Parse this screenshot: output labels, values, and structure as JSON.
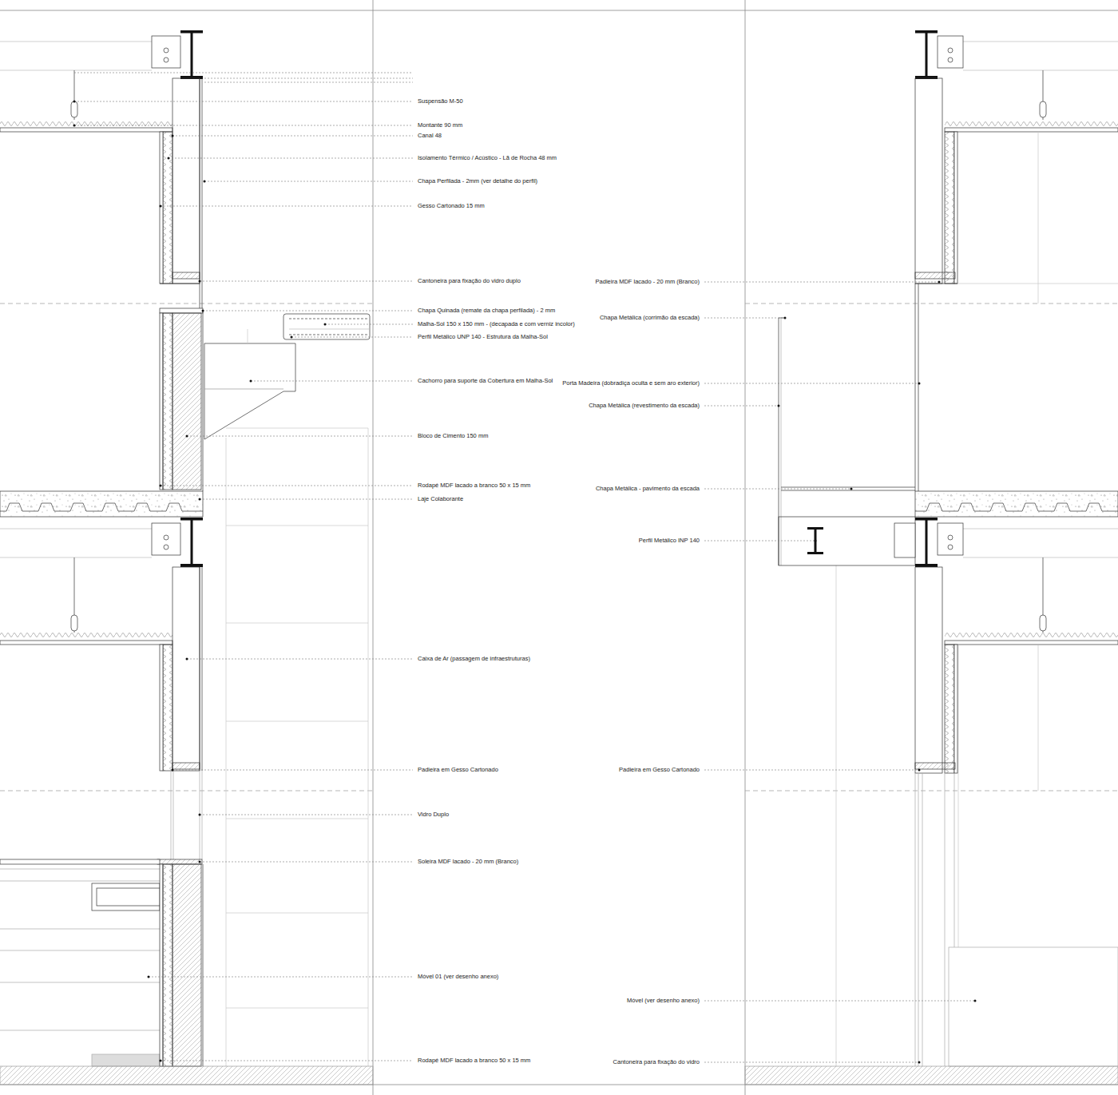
{
  "diagram": {
    "labels": [
      "Suspensão M-50",
      "Montante 90 mm",
      "Canal 48",
      "Isolamento Térmico / Acústico - Lã de Rocha 48 mm",
      "Chapa Perfilada - 2mm (ver detalhe do perfil)",
      "Gesso Cartonado 15 mm",
      "Cantoneira para fixação do vidro duplo",
      "Chapa Quinada (remate da chapa perfilada) - 2 mm",
      "Malha-Sol 150 x 150 mm - (decapada e com verniz incolor)",
      "Perfil Metálico UNP 140 - Estrutura da Malha-Sol",
      "Cachorro para suporte da Cobertura em Malha-Sol",
      "Bloco de Cimento 150 mm",
      "Rodapé MDF lacado a branco 50 x 15 mm",
      "Laje Colaborante",
      "Caixa de Ar (passagem de infraestruturas)",
      "Padieira em Gesso Cartonado",
      "Vidro Duplo",
      "Soleira MDF lacado - 20 mm (Branco)",
      "Móvel 01 (ver desenho anexo)",
      "Rodapé MDF lacado a branco 50 x 15 mm",
      "Padieira MDF lacado - 20 mm (Branco)",
      "Chapa Metálica (corrimão da escada)",
      "Porta Madeira (dobradiça oculta e sem aro exterior)",
      "Chapa Metálica (revestimento da escada)",
      "Chapa Metálica - pavimento da escada",
      "Perfil Metálico INP 140",
      "Padieira em Gesso Cartonado",
      "Móvel (ver desenho anexo)",
      "Cantoneira para fixação do vidro"
    ]
  }
}
